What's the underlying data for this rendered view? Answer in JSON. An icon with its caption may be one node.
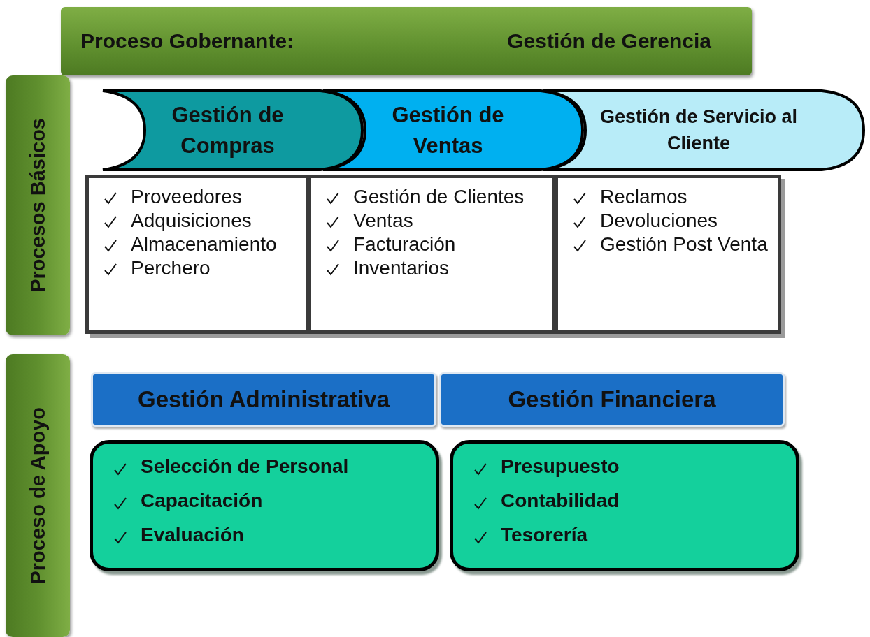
{
  "diagram": {
    "nodes": [
      {
        "text": [
          "Proceso Gobernante:",
          "Gestión de Gerencia"
        ]
      },
      {
        "text": [
          "Procesos Básicos"
        ]
      },
      {
        "text": [
          "Gestión de Compras"
        ]
      },
      {
        "text": [
          "Gestión de Ventas"
        ]
      },
      {
        "text": [
          "Gestión de Servicio al Cliente"
        ]
      },
      {
        "text": [
          "Proveedores",
          "Adquisiciones",
          "Almacenamiento",
          "Perchero"
        ]
      },
      {
        "text": [
          "Gestión de Clientes",
          "Ventas",
          "Facturación",
          "Inventarios"
        ]
      },
      {
        "text": [
          "Reclamos",
          "Devoluciones",
          "Gestión Post Venta"
        ]
      },
      {
        "text": [
          "Proceso de Apoyo"
        ]
      },
      {
        "text": [
          "Gestión Administrativa"
        ]
      },
      {
        "text": [
          "Gestión Financiera"
        ]
      },
      {
        "text": [
          "Selección de Personal",
          "Capacitación",
          "Evaluación"
        ]
      },
      {
        "text": [
          "Presupuesto",
          "Contabilidad",
          "Tesorería"
        ]
      }
    ]
  }
}
